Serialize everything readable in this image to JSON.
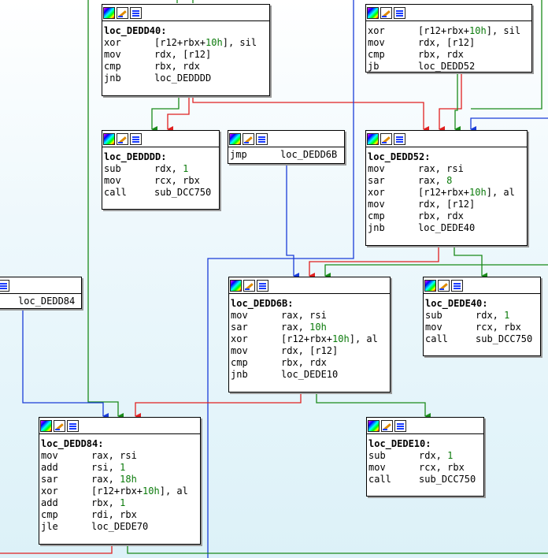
{
  "colors": {
    "edge_true": "#1a8a1a",
    "edge_false": "#e02020",
    "edge_jump": "#1a3cd8",
    "number": "#0a7a0a",
    "node_border": "#000000"
  },
  "header_icons": [
    "palette-icon",
    "edit-icon",
    "graph-icon"
  ],
  "nodes": {
    "n_dedd40": {
      "label": "loc_DEDD40:",
      "lines": [
        {
          "m": "xor",
          "o": "[r12+rbx+10h], sil"
        },
        {
          "m": "mov",
          "o": "rdx, [r12]"
        },
        {
          "m": "cmp",
          "o": "rbx, rdx"
        },
        {
          "m": "jnb",
          "o": "loc_DEDDDD"
        }
      ]
    },
    "n_topright": {
      "label": "",
      "lines": [
        {
          "m": "xor",
          "o": "[r12+rbx+10h], sil"
        },
        {
          "m": "mov",
          "o": "rdx, [r12]"
        },
        {
          "m": "cmp",
          "o": "rbx, rdx"
        },
        {
          "m": "jb",
          "o": "loc_DEDD52"
        }
      ]
    },
    "n_deddd": {
      "label": "loc_DEDDDD:",
      "lines": [
        {
          "m": "sub",
          "o": "rdx, 1"
        },
        {
          "m": "mov",
          "o": "rcx, rbx"
        },
        {
          "m": "call",
          "o": "sub_DCC750"
        }
      ]
    },
    "n_jmp": {
      "label": "",
      "lines": [
        {
          "m": "jmp",
          "o": "loc_DEDD6B"
        }
      ]
    },
    "n_dedd52": {
      "label": "loc_DEDD52:",
      "lines": [
        {
          "m": "mov",
          "o": "rax, rsi"
        },
        {
          "m": "sar",
          "o": "rax, 8"
        },
        {
          "m": "xor",
          "o": "[r12+rbx+10h], al"
        },
        {
          "m": "mov",
          "o": "rdx, [r12]"
        },
        {
          "m": "cmp",
          "o": "rbx, rdx"
        },
        {
          "m": "jnb",
          "o": "loc_DEDE40"
        }
      ]
    },
    "n_left84": {
      "label": "",
      "lines": [
        {
          "m": "",
          "o": "loc_DEDD84"
        }
      ]
    },
    "n_dedd6b": {
      "label": "loc_DEDD6B:",
      "lines": [
        {
          "m": "mov",
          "o": "rax, rsi"
        },
        {
          "m": "sar",
          "o": "rax, 10h"
        },
        {
          "m": "xor",
          "o": "[r12+rbx+10h], al"
        },
        {
          "m": "mov",
          "o": "rdx, [r12]"
        },
        {
          "m": "cmp",
          "o": "rbx, rdx"
        },
        {
          "m": "jnb",
          "o": "loc_DEDE10"
        }
      ]
    },
    "n_dede40": {
      "label": "loc_DEDE40:",
      "lines": [
        {
          "m": "sub",
          "o": "rdx, 1"
        },
        {
          "m": "mov",
          "o": "rcx, rbx"
        },
        {
          "m": "call",
          "o": "sub_DCC750"
        }
      ]
    },
    "n_dedd84": {
      "label": "loc_DEDD84:",
      "lines": [
        {
          "m": "mov",
          "o": "rax, rsi"
        },
        {
          "m": "add",
          "o": "rsi, 1"
        },
        {
          "m": "sar",
          "o": "rax, 18h"
        },
        {
          "m": "xor",
          "o": "[r12+rbx+10h], al"
        },
        {
          "m": "add",
          "o": "rbx, 1"
        },
        {
          "m": "cmp",
          "o": "rdi, rbx"
        },
        {
          "m": "jle",
          "o": "loc_DEDE70"
        }
      ]
    },
    "n_dede10": {
      "label": "loc_DEDE10:",
      "lines": [
        {
          "m": "sub",
          "o": "rdx, 1"
        },
        {
          "m": "mov",
          "o": "rcx, rbx"
        },
        {
          "m": "call",
          "o": "sub_DCC750"
        }
      ]
    }
  }
}
